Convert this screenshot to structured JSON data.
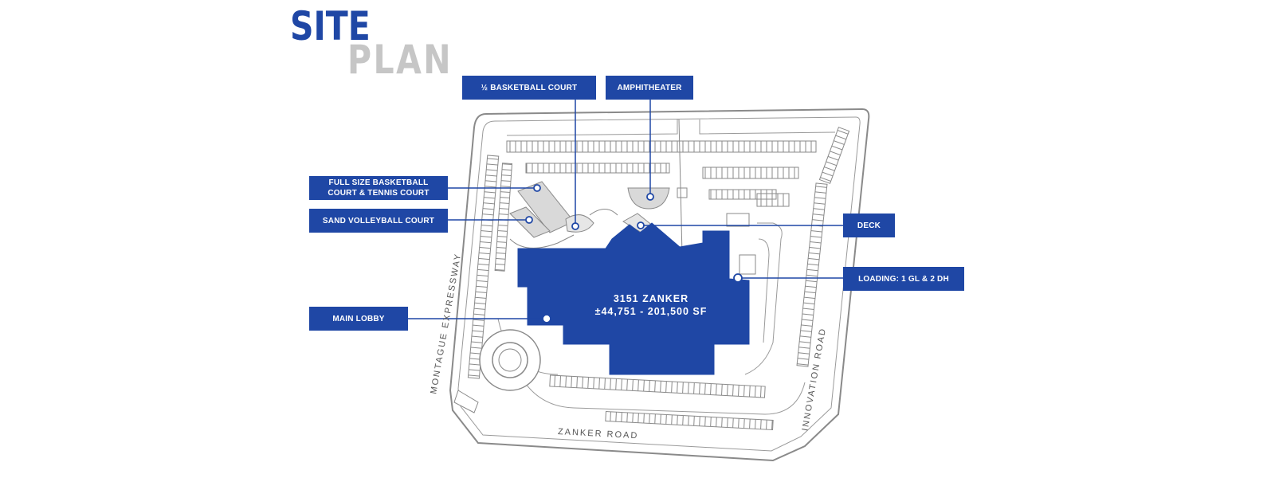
{
  "title": {
    "line1": "SITE",
    "line2": "PLAN"
  },
  "building": {
    "name": "3151 ZANKER",
    "size": "±44,751 - 201,500 SF"
  },
  "callouts": {
    "half_court": "½ BASKETBALL COURT",
    "amphitheater": "AMPHITHEATER",
    "full_court": "FULL SIZE BASKETBALL COURT & TENNIS COURT",
    "sand_volleyball": "SAND VOLLEYBALL COURT",
    "deck": "DECK",
    "loading": "LOADING: 1 GL & 2 DH",
    "main_lobby": "MAIN LOBBY"
  },
  "roads": {
    "montague": "MONTAGUE EXPRESSWAY",
    "innovation": "INNOVATION ROAD",
    "zanker": "ZANKER ROAD"
  },
  "colors": {
    "brand_blue": "#1f47a5",
    "plan_gray": "#c6c6c6",
    "line_gray": "#8a8a8a"
  }
}
